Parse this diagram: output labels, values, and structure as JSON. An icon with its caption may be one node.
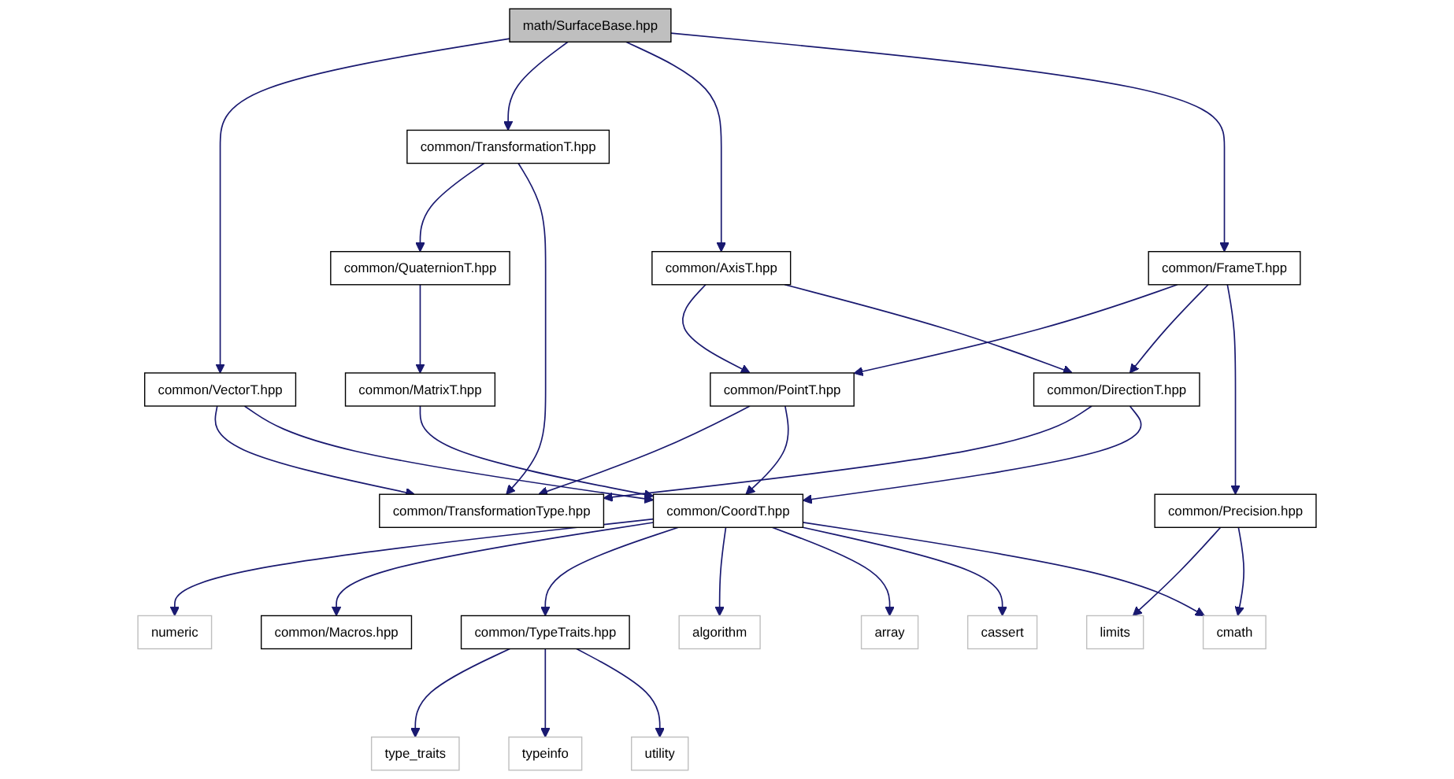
{
  "diagram": {
    "nodes": [
      {
        "text": [
          "math/SurfaceBase.hpp"
        ]
      },
      {
        "text": [
          "common/TransformationT.hpp"
        ]
      },
      {
        "text": [
          "common/AxisT.hpp"
        ]
      },
      {
        "text": [
          "common/FrameT.hpp"
        ]
      },
      {
        "text": [
          "common/VectorT.hpp"
        ]
      },
      {
        "text": [
          "common/QuaternionT.hpp"
        ]
      },
      {
        "text": [
          "common/PointT.hpp"
        ]
      },
      {
        "text": [
          "common/DirectionT.hpp"
        ]
      },
      {
        "text": [
          "common/Precision.hpp"
        ]
      },
      {
        "text": [
          "common/MatrixT.hpp"
        ]
      },
      {
        "text": [
          "common/TransformationType.hpp"
        ]
      },
      {
        "text": [
          "limits"
        ]
      },
      {
        "text": [
          "common/CoordT.hpp"
        ]
      },
      {
        "text": [
          "numeric"
        ]
      },
      {
        "text": [
          "common/Macros.hpp"
        ]
      },
      {
        "text": [
          "common/TypeTraits.hpp"
        ]
      },
      {
        "text": [
          "algorithm"
        ]
      },
      {
        "text": [
          "array"
        ]
      },
      {
        "text": [
          "cassert"
        ]
      },
      {
        "text": [
          "cmath"
        ]
      },
      {
        "text": [
          "type_traits"
        ]
      },
      {
        "text": [
          "typeinfo"
        ]
      },
      {
        "text": [
          "utility"
        ]
      }
    ],
    "edges": [
      {
        "from": 0,
        "to": 4,
        "arrow": "to"
      },
      {
        "from": 0,
        "to": 1,
        "arrow": "to"
      },
      {
        "from": 0,
        "to": 2,
        "arrow": "to"
      },
      {
        "from": 0,
        "to": 3,
        "arrow": "to"
      },
      {
        "from": 1,
        "to": 5,
        "arrow": "to"
      },
      {
        "from": 1,
        "to": 10,
        "arrow": "to"
      },
      {
        "from": 2,
        "to": 6,
        "arrow": "to"
      },
      {
        "from": 2,
        "to": 7,
        "arrow": "to"
      },
      {
        "from": 3,
        "to": 6,
        "arrow": "to"
      },
      {
        "from": 3,
        "to": 7,
        "arrow": "to"
      },
      {
        "from": 3,
        "to": 8,
        "arrow": "to"
      },
      {
        "from": 4,
        "to": 10,
        "arrow": "to"
      },
      {
        "from": 4,
        "to": 12,
        "arrow": "to"
      },
      {
        "from": 5,
        "to": 9,
        "arrow": "to"
      },
      {
        "from": 6,
        "to": 10,
        "arrow": "to"
      },
      {
        "from": 6,
        "to": 12,
        "arrow": "to"
      },
      {
        "from": 7,
        "to": 10,
        "arrow": "to"
      },
      {
        "from": 7,
        "to": 12,
        "arrow": "to"
      },
      {
        "from": 8,
        "to": 11,
        "arrow": "to"
      },
      {
        "from": 8,
        "to": 19,
        "arrow": "to"
      },
      {
        "from": 9,
        "to": 12,
        "arrow": "to"
      },
      {
        "from": 12,
        "to": 13,
        "arrow": "to"
      },
      {
        "from": 12,
        "to": 14,
        "arrow": "to"
      },
      {
        "from": 12,
        "to": 15,
        "arrow": "to"
      },
      {
        "from": 12,
        "to": 16,
        "arrow": "to"
      },
      {
        "from": 12,
        "to": 17,
        "arrow": "to"
      },
      {
        "from": 12,
        "to": 18,
        "arrow": "to"
      },
      {
        "from": 12,
        "to": 19,
        "arrow": "to"
      },
      {
        "from": 15,
        "to": 20,
        "arrow": "to"
      },
      {
        "from": 15,
        "to": 21,
        "arrow": "to"
      },
      {
        "from": 15,
        "to": 22,
        "arrow": "to"
      }
    ]
  }
}
